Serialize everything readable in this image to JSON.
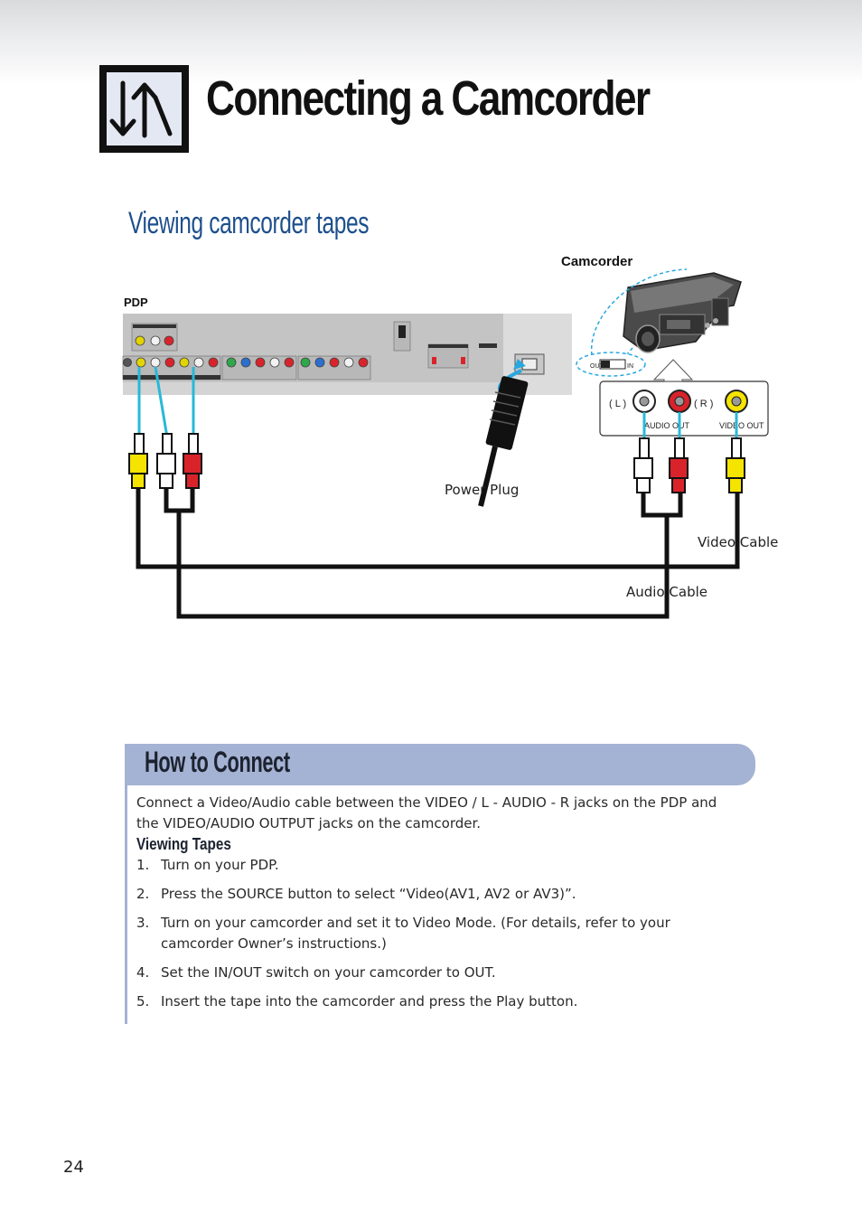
{
  "page": {
    "title": "Connecting a Camcorder",
    "number": "24"
  },
  "section": {
    "title": "Viewing camcorder tapes"
  },
  "diagram": {
    "labels": {
      "camcorder": "Camcorder",
      "pdp": "PDP",
      "power_plug": "Power Plug",
      "video_cable": "Video Cable",
      "audio_cable": "Audio Cable",
      "jack_l": "( L )",
      "jack_r": "( R )",
      "audio_out": "AUDIO OUT",
      "video_out": "VIDEO OUT",
      "switch_out": "OUT",
      "switch_in": "IN"
    },
    "colors": {
      "video_plug": "#f5e400",
      "audio_left_plug": "#ffffff",
      "audio_right_plug": "#d9232a",
      "cable_core": "#29b8d8",
      "panel": "#d5d5d5",
      "arrow": "#29a8e0"
    }
  },
  "how_to_connect": {
    "title": "How to Connect",
    "intro": "Connect a Video/Audio cable between the VIDEO / L - AUDIO - R jacks on the PDP and the VIDEO/AUDIO OUTPUT jacks on the camcorder.",
    "subheading": "Viewing Tapes",
    "steps": [
      {
        "num": "1.",
        "text": "Turn on your PDP."
      },
      {
        "num": "2.",
        "text": "Press the SOURCE button to select “Video(AV1, AV2 or AV3)”."
      },
      {
        "num": "3.",
        "text": "Turn on your camcorder and set it to Video Mode. (For details, refer to your camcorder Owner’s instructions.)"
      },
      {
        "num": "4.",
        "text": "Set the IN/OUT switch on your camcorder to OUT."
      },
      {
        "num": "5.",
        "text": "Insert the tape into the camcorder and press the Play button."
      }
    ]
  }
}
